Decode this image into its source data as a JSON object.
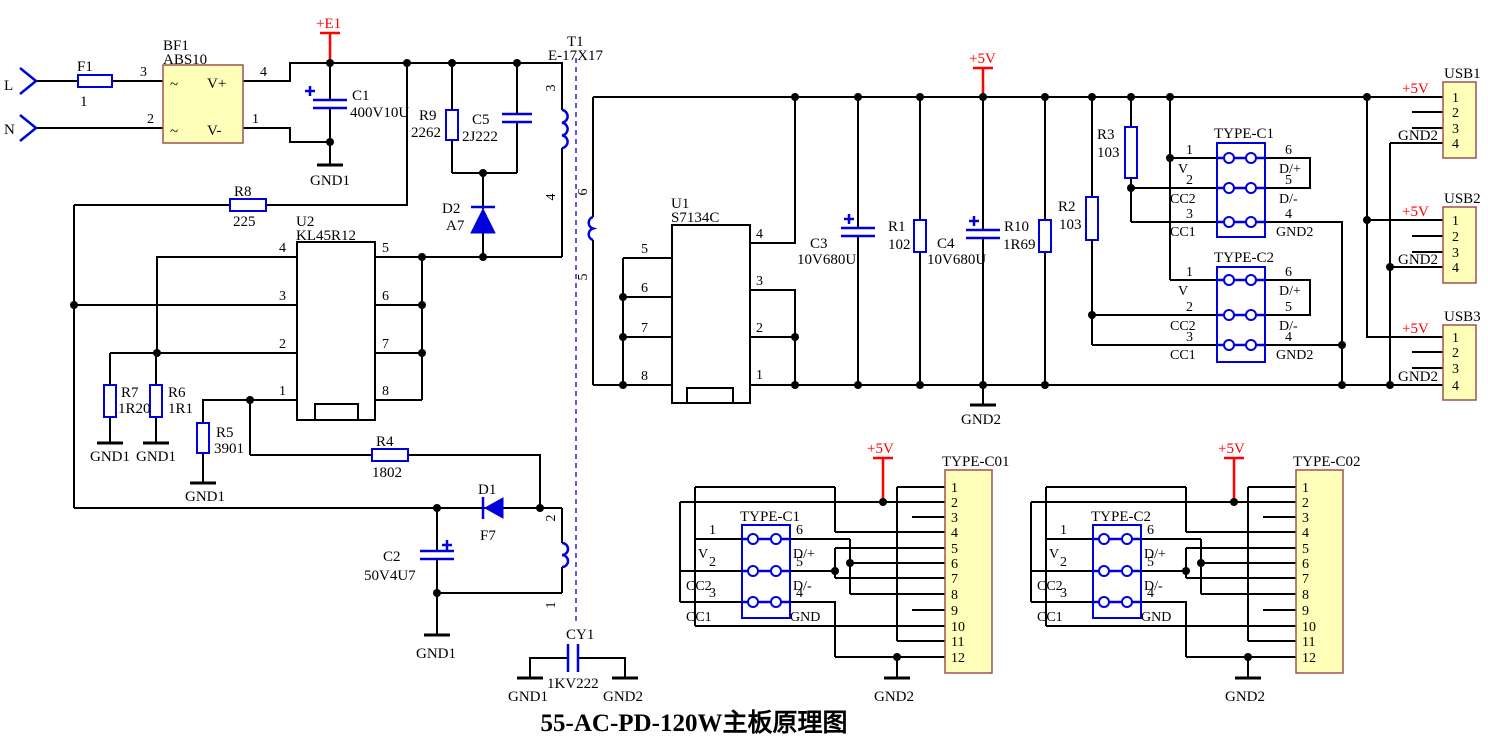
{
  "title": "55-AC-PD-120W主板原理图",
  "colors": {
    "wire": "#000000",
    "symbol": "#0000dd",
    "power": "#ff0000",
    "connector_fill": "#ffffb9",
    "connector_stroke": "#a05050"
  },
  "ac": {
    "l": "L",
    "n": "N"
  },
  "nets": {
    "e1": "+E1",
    "v5": "+5V",
    "gnd1": "GND1",
    "gnd2": "GND2"
  },
  "f1": {
    "ref": "F1",
    "value": "1"
  },
  "bf1": {
    "ref": "BF1",
    "part": "ABS10",
    "ac1": "~",
    "ac2": "~",
    "vp": "V+",
    "vm": "V-",
    "p3": "3",
    "p2": "2",
    "p4": "4",
    "p1": "1"
  },
  "c1": {
    "ref": "C1",
    "value": "400V10U"
  },
  "r8": {
    "ref": "R8",
    "value": "225"
  },
  "r9": {
    "ref": "R9",
    "value": "2262"
  },
  "c5": {
    "ref": "C5",
    "value": "2J222"
  },
  "d2": {
    "ref": "D2",
    "value": "A7"
  },
  "t1": {
    "ref": "T1",
    "part": "E-17X17",
    "p3": "3",
    "p4": "4",
    "p6": "6",
    "p5": "5",
    "p2": "2",
    "p1": "1"
  },
  "u2": {
    "ref": "U2",
    "part": "KL45R12",
    "p4": "4",
    "p3": "3",
    "p2": "2",
    "p1": "1",
    "p5": "5",
    "p6": "6",
    "p7": "7",
    "p8": "8"
  },
  "r7": {
    "ref": "R7",
    "value": "1R20"
  },
  "r6": {
    "ref": "R6",
    "value": "1R1"
  },
  "r5": {
    "ref": "R5",
    "value": "3901"
  },
  "r4": {
    "ref": "R4",
    "value": "1802"
  },
  "d1": {
    "ref": "D1",
    "value": "F7"
  },
  "c2": {
    "ref": "C2",
    "value": "50V4U7"
  },
  "cy1": {
    "ref": "CY1",
    "value": "1KV222"
  },
  "u1": {
    "ref": "U1",
    "part": "S7134C",
    "p5": "5",
    "p6": "6",
    "p7": "7",
    "p8": "8",
    "p4": "4",
    "p3": "3",
    "p2": "2",
    "p1": "1"
  },
  "c3": {
    "ref": "C3",
    "value": "10V680U"
  },
  "r1": {
    "ref": "R1",
    "value": "102"
  },
  "c4": {
    "ref": "C4",
    "value": "10V680U"
  },
  "r10": {
    "ref": "R10",
    "value": "1R69"
  },
  "r2": {
    "ref": "R2",
    "value": "103"
  },
  "r3": {
    "ref": "R3",
    "value": "103"
  },
  "tc1": {
    "ref": "TYPE-C1",
    "p1": "1",
    "p2": "2",
    "p3": "3",
    "p4": "4",
    "p5": "5",
    "p6": "6",
    "v": "V",
    "cc2": "CC2",
    "cc1": "CC1",
    "dp": "D/+",
    "dm": "D/-",
    "gnd": "GND2"
  },
  "tc2": {
    "ref": "TYPE-C2",
    "p1": "1",
    "p2": "2",
    "p3": "3",
    "p4": "4",
    "p5": "5",
    "p6": "6",
    "v": "V",
    "cc2": "CC2",
    "cc1": "CC1",
    "dp": "D/+",
    "dm": "D/-",
    "gnd": "GND2"
  },
  "usb1": {
    "ref": "USB1",
    "p1": "1",
    "p2": "2",
    "p3": "3",
    "p4": "4"
  },
  "usb2": {
    "ref": "USB2",
    "p1": "1",
    "p2": "2",
    "p3": "3",
    "p4": "4"
  },
  "usb3": {
    "ref": "USB3",
    "p1": "1",
    "p2": "2",
    "p3": "3",
    "p4": "4"
  },
  "tcb1": {
    "conn": "TYPE-C01",
    "sym": "TYPE-C1",
    "p1": "1",
    "p2": "2",
    "p3": "3",
    "p4": "4",
    "p5": "5",
    "p6": "6",
    "p7": "7",
    "p8": "8",
    "p9": "9",
    "p10": "10",
    "p11": "11",
    "p12": "12",
    "s1": "1",
    "s2": "2",
    "s3": "3",
    "s4": "4",
    "s5": "5",
    "s6": "6",
    "v": "V",
    "cc2": "CC2",
    "cc1": "CC1",
    "dp": "D/+",
    "dm": "D/-",
    "gnd": "GND"
  },
  "tcb2": {
    "conn": "TYPE-C02",
    "sym": "TYPE-C2",
    "p1": "1",
    "p2": "2",
    "p3": "3",
    "p4": "4",
    "p5": "5",
    "p6": "6",
    "p7": "7",
    "p8": "8",
    "p9": "9",
    "p10": "10",
    "p11": "11",
    "p12": "12",
    "s1": "1",
    "s2": "2",
    "s3": "3",
    "s4": "4",
    "s5": "5",
    "s6": "6",
    "v": "V",
    "cc2": "CC2",
    "cc1": "CC1",
    "dp": "D/+",
    "dm": "D/-",
    "gnd": "GND"
  }
}
